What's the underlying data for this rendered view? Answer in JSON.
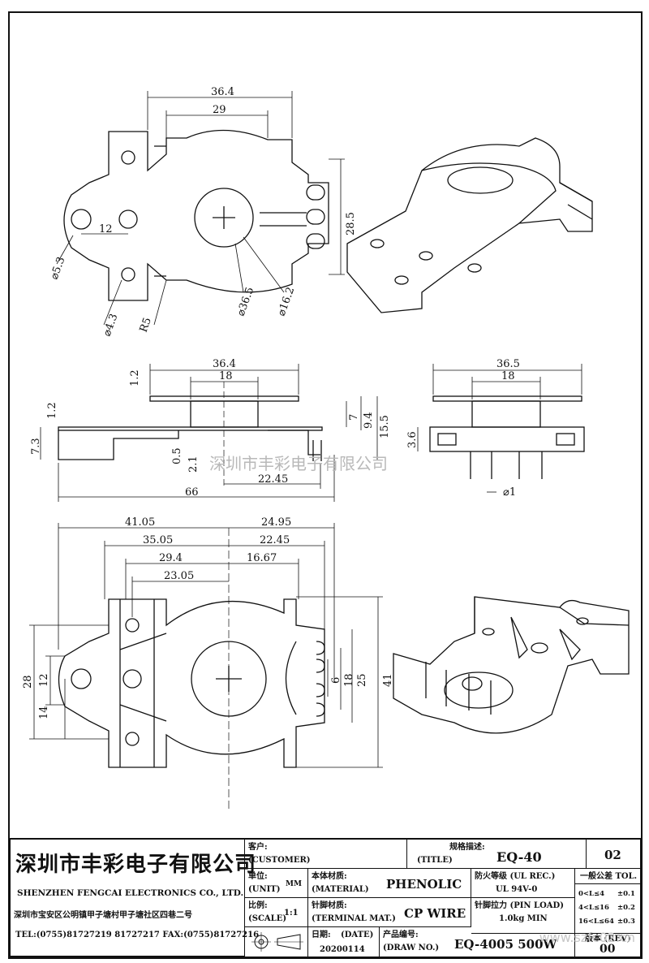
{
  "watermark": "深圳市丰彩电子有限公司",
  "watermark_site": "www.szfc02.cn",
  "dimensions": {
    "top_view": {
      "overall_width": "36.4",
      "inner_width": "29",
      "pin_row_spacing": "12",
      "pin_span": "28.5",
      "dia_small_pin": "⌀5.3",
      "dia_hole": "⌀4.3",
      "radius": "R5",
      "dia_flange": "⌀36.5",
      "dia_core": "⌀16.2"
    },
    "side_view": {
      "top_width": "36.4",
      "core_width": "18",
      "flange_thick": "1.2",
      "base_thick": "1.2",
      "height_7": "7",
      "height_9_4": "9.4",
      "height_15_5": "15.5",
      "base_7_3": "7.3",
      "offset_0_5": "0.5",
      "offset_2_1": "2.1",
      "pin_offset": "22.45",
      "overall_length": "66"
    },
    "end_view": {
      "top_width": "36.5",
      "core_width": "18",
      "height": "3.6",
      "pin_dia": "⌀1"
    },
    "bottom_view": {
      "left_41_05": "41.05",
      "right_24_95": "24.95",
      "left_35_05": "35.05",
      "right_22_45": "22.45",
      "left_29_4": "29.4",
      "right_16_67": "16.67",
      "left_23_05": "23.05",
      "height_28": "28",
      "height_12": "12",
      "height_14": "14",
      "pin_6": "6",
      "pin_18": "18",
      "pin_25": "25",
      "overall_41": "41"
    }
  },
  "title_block": {
    "company_cn": "深圳市丰彩电子有限公司",
    "company_en": "SHENZHEN FENGCAI ELECTRONICS CO., LTD.",
    "company_addr": "深圳市宝安区公明镇甲子塘村甲子塘社区四巷二号",
    "company_tel": "TEL:(0755)81727219  81727217   FAX:(0755)81727216",
    "customer_label_cn": "客户:",
    "customer_label_en": "(CUSTOMER)",
    "spec_label_cn": "规格描述:",
    "spec_label_en": "(TITLE)",
    "spec_value": "EQ-40",
    "page_no": "02",
    "unit_label_cn": "单位:",
    "unit_label_en": "(UNIT)",
    "unit_value": "MM",
    "material_label_cn": "本体材质:",
    "material_label_en": "(MATERIAL)",
    "material_value": "PHENOLIC",
    "fire_label_cn": "防火等级 (UL REC.)",
    "fire_value": "UL 94V-0",
    "tol_label": "一般公差 TOL.",
    "tol_rows": [
      {
        "range": "0<L≤4",
        "value": "±0.1"
      },
      {
        "range": "4<L≤16",
        "value": "±0.2"
      },
      {
        "range": "16<L≤64",
        "value": "±0.3"
      }
    ],
    "scale_label_cn": "比例:",
    "scale_label_en": "(SCALE)",
    "scale_value": "1:1",
    "terminal_label_cn": "针脚材质:",
    "terminal_label_en": "(TERMINAL MAT.)",
    "terminal_value": "CP WIRE",
    "pinload_label_cn": "针脚拉力 (PIN LOAD)",
    "pinload_value": "1.0kg MIN",
    "date_label_cn": "日期:",
    "date_label_en": "(DATE)",
    "date_value": "20200114",
    "drawno_label_cn": "产品编号:",
    "drawno_label_en": "(DRAW NO.)",
    "drawno_value": "EQ-4005 500W",
    "rev_label": "版本 (REV)",
    "rev_value": "00"
  }
}
